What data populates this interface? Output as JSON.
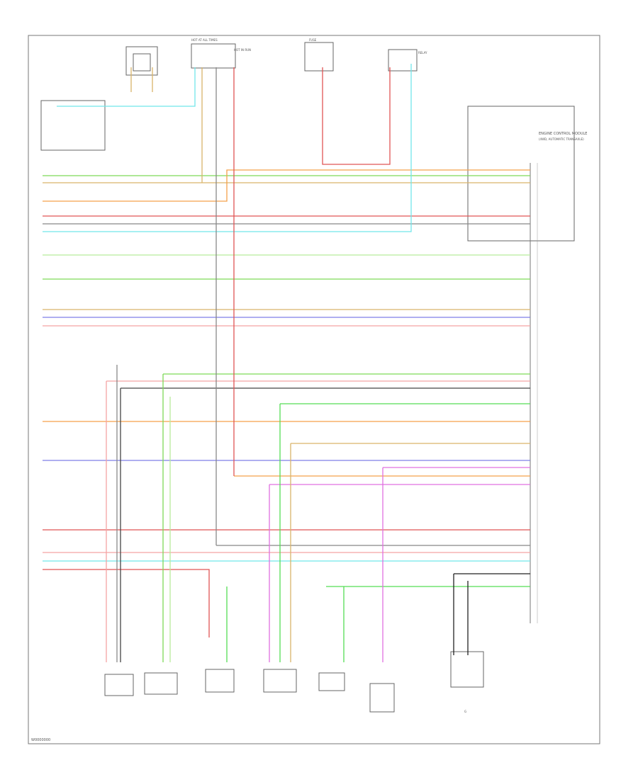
{
  "page_code": "W0000000",
  "colors": {
    "green": "#7ed957",
    "tan": "#d9b46a",
    "orange": "#f5a04a",
    "red": "#e05555",
    "pink": "#f4a3a3",
    "cyan": "#72e6ea",
    "violet": "#7f7fe8",
    "light_green": "#b8ec9a",
    "gray": "#888888",
    "dark": "#444444",
    "magenta": "#e070e0",
    "lime": "#55dd55",
    "black": "#222222"
  },
  "labels": {
    "module": "ENGINE CONTROL MODULE",
    "module_pins": "(4WD, AUTOMATIC TRANSAXLE)",
    "fuse": "FUSE",
    "relay": "RELAY",
    "hot_at_all_times": "HOT AT ALL TIMES",
    "hot_in_run": "HOT IN RUN",
    "ground": "G"
  }
}
